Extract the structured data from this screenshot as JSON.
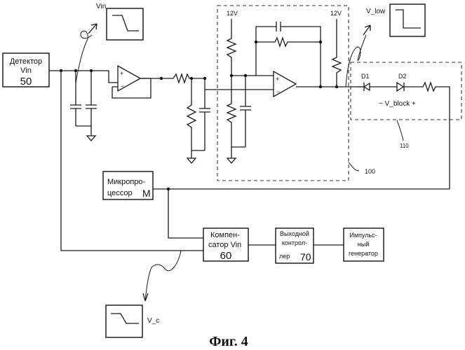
{
  "blocks": {
    "detector": {
      "line1": "Детектор",
      "line2": "Vin",
      "number": "50"
    },
    "microprocessor": {
      "line1": "Микропро-",
      "line2": "цессор",
      "letter": "M"
    },
    "compensator": {
      "line1": "Компен-",
      "line2": "сатор Vin",
      "number": "60"
    },
    "output_controller": {
      "line1": "Выходной",
      "line2": "контрол-",
      "line3": "лер",
      "number": "70"
    },
    "pulse_generator": {
      "line1": "Импульс-",
      "line2": "ный",
      "line3": "генератор"
    }
  },
  "labels": {
    "vin": "Vin",
    "v_low": "V_low",
    "v_c": "V_c",
    "supply_left": "12V",
    "supply_right": "12V",
    "d1": "D1",
    "d2": "D2",
    "v_block": "−  V_block +",
    "ref_100": "100",
    "ref_110": "110"
  },
  "caption": "Фиг. 4"
}
